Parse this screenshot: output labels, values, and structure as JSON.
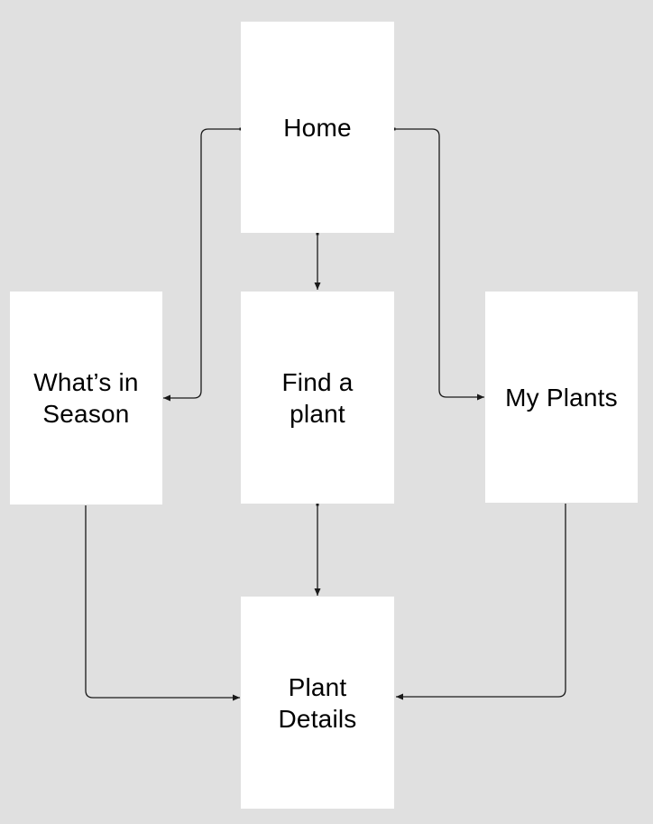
{
  "colors": {
    "background": "#e0e0e0",
    "node_fill": "#ffffff",
    "connector": "#1a1a1a",
    "text": "#000000"
  },
  "diagram": {
    "nodes": [
      {
        "id": "home",
        "label": "Home"
      },
      {
        "id": "whats-in-season",
        "label": "What’s in\nSeason"
      },
      {
        "id": "find-a-plant",
        "label": "Find a\nplant"
      },
      {
        "id": "my-plants",
        "label": "My Plants"
      },
      {
        "id": "plant-details",
        "label": "Plant\nDetails"
      }
    ],
    "edges": [
      {
        "from": "home",
        "to": "whats-in-season"
      },
      {
        "from": "home",
        "to": "find-a-plant"
      },
      {
        "from": "home",
        "to": "my-plants"
      },
      {
        "from": "whats-in-season",
        "to": "plant-details"
      },
      {
        "from": "find-a-plant",
        "to": "plant-details"
      },
      {
        "from": "my-plants",
        "to": "plant-details"
      }
    ]
  }
}
